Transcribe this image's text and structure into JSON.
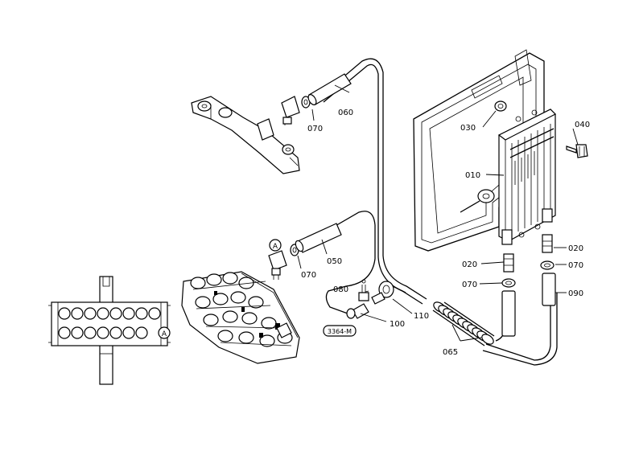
{
  "diagram": {
    "part_labels": {
      "p010": "010",
      "p020a": "020",
      "p020b": "020",
      "p030": "030",
      "p040": "040",
      "p050": "050",
      "p060": "060",
      "p065": "065",
      "p070a": "070",
      "p070b": "070",
      "p070c": "070",
      "p070d": "070",
      "p080": "080",
      "p090": "090",
      "p100": "100",
      "p110": "110"
    },
    "callouts": {
      "a_top": "A",
      "a_left": "A"
    },
    "figure_code": "3364-M"
  }
}
